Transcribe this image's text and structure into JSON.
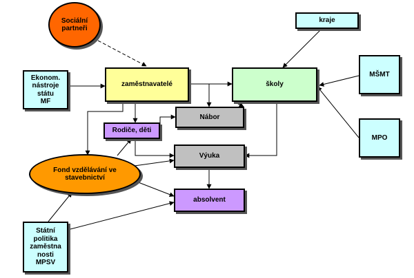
{
  "colors": {
    "cyan": "#ccffff",
    "yellow": "#ffff99",
    "green": "#ccffcc",
    "gray": "#c0c0c0",
    "purple": "#cc99ff",
    "orange": "#ff9900",
    "dark_orange": "#ff6600",
    "line": "#000000"
  },
  "nodes": {
    "socialni_partneri": "Sociální partneři",
    "kraje": "kraje",
    "ekonom_nastroje": "Ekonom.\nnástroje\nstátu\nMF",
    "zamestnavatele": "zaměstnavatelé",
    "skoly": "školy",
    "msmt": "MŠMT",
    "nabor": "Nábor",
    "rodice_deti": "Rodiče, děti",
    "mpo": "MPO",
    "vyuka": "Výuka",
    "fond": "Fond vzdělávání ve stavebnictví",
    "absolvent": "absolvent",
    "statni_politika": "Státní\npolitika\nzaměstna\nnosti\nMPSV"
  }
}
